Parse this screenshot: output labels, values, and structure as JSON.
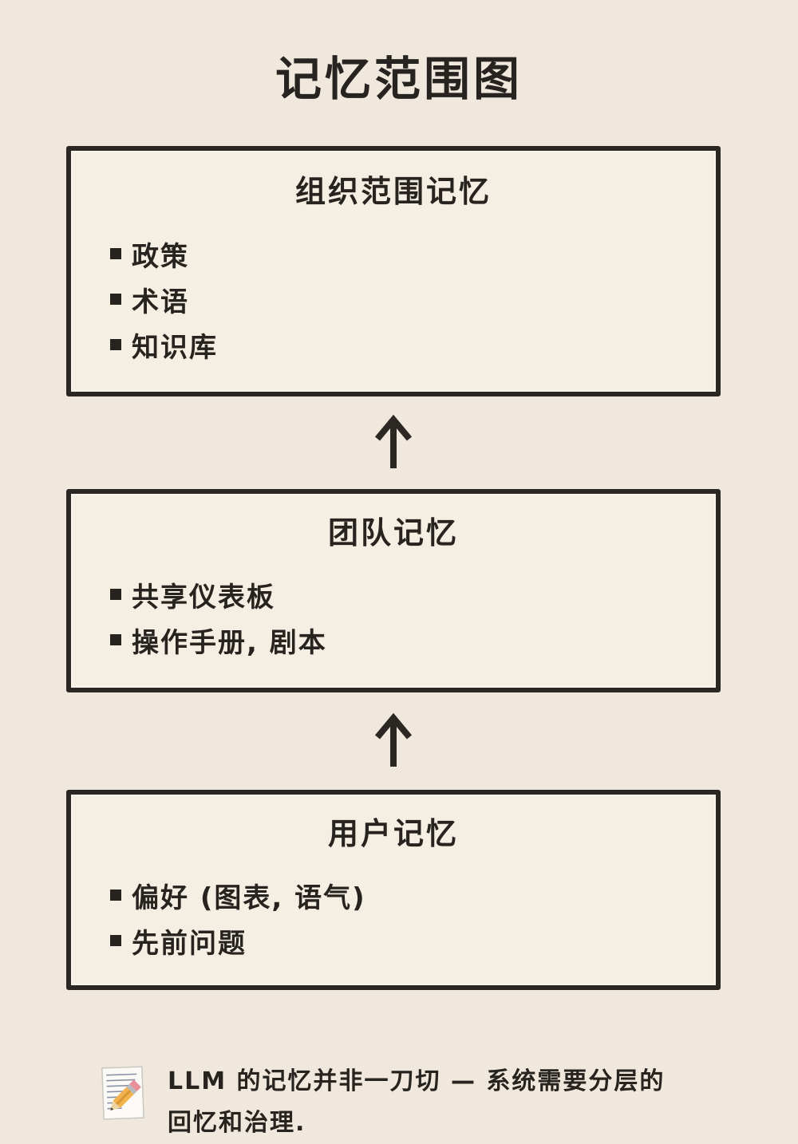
{
  "page": {
    "title": "记忆范围图",
    "background_color": "#f0e8dc",
    "box_fill_color": "#f5eee3",
    "line_color": "#2b2824",
    "text_color": "#272420"
  },
  "boxes": [
    {
      "title": "组织范围记忆",
      "items": [
        "政策",
        "术语",
        "知识库"
      ]
    },
    {
      "title": "团队记忆",
      "items": [
        "共享仪表板",
        "操作手册, 剧本"
      ]
    },
    {
      "title": "用户记忆",
      "items": [
        "偏好 (图表, 语气)",
        "先前问题"
      ]
    }
  ],
  "arrows": [
    {
      "direction": "up"
    },
    {
      "direction": "up"
    }
  ],
  "footer": {
    "icon": "memo",
    "text": "LLM 的记忆并非一刀切 — 系统需要分层的回忆和治理."
  }
}
